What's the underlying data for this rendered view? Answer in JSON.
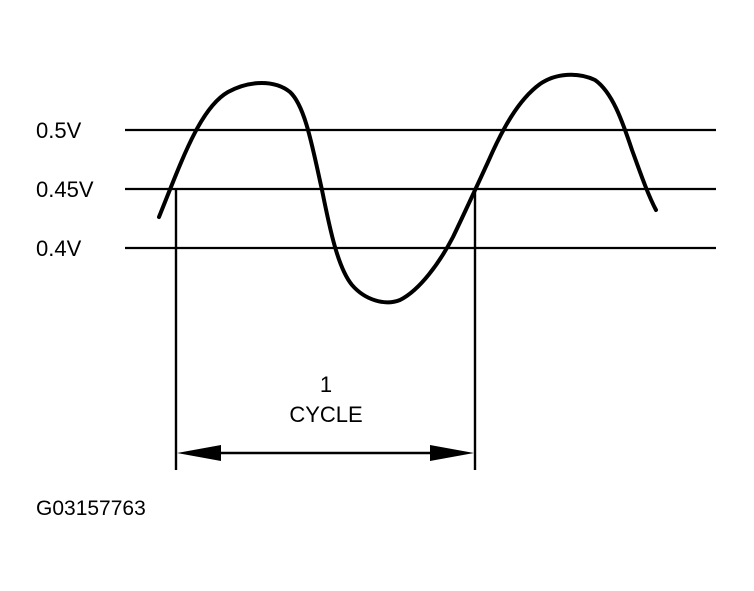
{
  "levels": [
    {
      "label": "0.5V"
    },
    {
      "label": "0.45V"
    },
    {
      "label": "0.4V"
    }
  ],
  "cycle": {
    "count": "1",
    "label": "CYCLE"
  },
  "figure_id": "G03157763",
  "colors": {
    "ink": "#000000",
    "background": "#ffffff"
  }
}
